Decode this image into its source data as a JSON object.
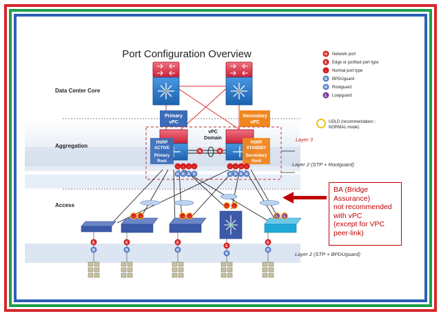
{
  "title": "Port Configuration Overview",
  "sections": {
    "core": "Data Center Core",
    "aggregation": "Aggregation",
    "access": "Access"
  },
  "vpc": {
    "primary_line1": "Primary",
    "primary_line2": "vPC",
    "secondary_line1": "Secondary",
    "secondary_line2": "vPC",
    "domain_line1": "vPC",
    "domain_line2": "Domain",
    "hsrp_active_line1": "HSRP",
    "hsrp_active_line2": "ACTIVE",
    "hsrp_standby_line1": "HSRP",
    "hsrp_standby_line2": "STANDBY",
    "primary_root_line1": "Primary",
    "primary_root_line2": "Root",
    "secondary_root_line1": "Secondary",
    "secondary_root_line2": "Root"
  },
  "layers": {
    "layer3": "Layer 3",
    "layer2_root": "Layer 2 (STP + Rootguard)",
    "layer2_bpdu": "Layer 2 (STP + BPDUguard)"
  },
  "legend": [
    {
      "letter": "N",
      "label": "Network port",
      "color": "#d42020"
    },
    {
      "letter": "E",
      "label": "Edge or portfast port type",
      "color": "#d42020"
    },
    {
      "letter": "-",
      "label": "Normal port type",
      "color": "#d42020"
    },
    {
      "letter": "B",
      "label": "BPDUguard",
      "color": "#5b7fc7"
    },
    {
      "letter": "R",
      "label": "Rootguard",
      "color": "#5b7fc7"
    },
    {
      "letter": "L",
      "label": "Loopguard",
      "color": "#7a3fa0"
    }
  ],
  "udld": {
    "line1": "UDLD (recommendation :",
    "line2": "NORMAL mode)"
  },
  "ba_note": {
    "line1": "BA (Bridge",
    "line2": "Assurance)",
    "line3": "not recommended",
    "line4": "with vPC",
    "line5": "(except for VPC",
    "line6": "peer-link)"
  },
  "colors": {
    "core_blue": "#2f80d1",
    "router_red": "#d8344a",
    "vpc_primary": "#3b6cb7",
    "vpc_secondary": "#f0861f",
    "access_blue": "#3d5aa8",
    "cyan_switch": "#1fa8d8",
    "aggregation_band": "#dde7f3",
    "border_red": "#d7262c",
    "border_green": "#1f9e4b",
    "border_blue": "#2a5fb8"
  }
}
